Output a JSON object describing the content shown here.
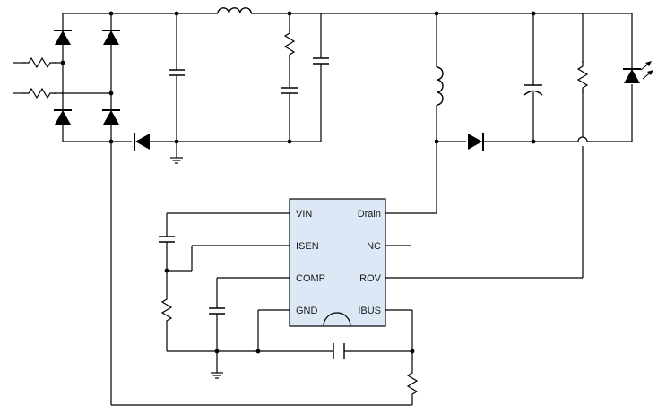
{
  "colors": {
    "wire": "#000000",
    "ic_fill": "#dde8f6",
    "background": "#ffffff"
  },
  "ic": {
    "left_pins": [
      "VIN",
      "ISEN",
      "COMP",
      "GND"
    ],
    "right_pins": [
      "Drain",
      "NC",
      "ROV",
      "IBUS"
    ]
  },
  "components": {
    "bridge": [
      "diode",
      "diode",
      "diode",
      "diode"
    ],
    "input_resistors": [
      "resistor",
      "resistor"
    ],
    "led": "led-icon",
    "ground_symbols": [
      "ground-icon",
      "ground-icon"
    ]
  }
}
